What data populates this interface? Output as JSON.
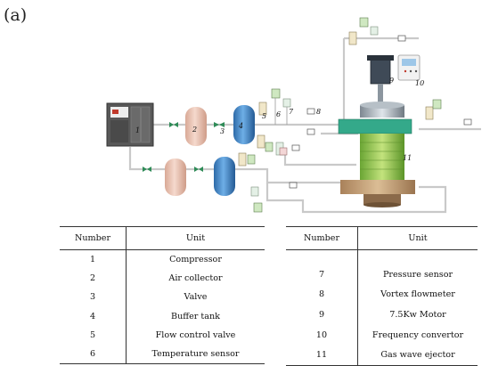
{
  "panel_label": "(a)",
  "diagram": {
    "component_numbers": [
      "1",
      "2",
      "3",
      "4",
      "5",
      "6",
      "7",
      "8",
      "9",
      "10",
      "11"
    ]
  },
  "tables": {
    "left": {
      "headers": [
        "Number",
        "Unit"
      ],
      "rows": [
        {
          "number": "1",
          "unit": "Compressor"
        },
        {
          "number": "2",
          "unit": "Air collector"
        },
        {
          "number": "3",
          "unit": "Valve"
        },
        {
          "number": "4",
          "unit": "Buffer tank"
        },
        {
          "number": "5",
          "unit": "Flow control valve"
        },
        {
          "number": "6",
          "unit": "Temperature sensor"
        }
      ]
    },
    "right": {
      "headers": [
        "Number",
        "Unit"
      ],
      "rows": [
        {
          "number": "7",
          "unit": "Pressure sensor"
        },
        {
          "number": "8",
          "unit": "Vortex flowmeter"
        },
        {
          "number": "9",
          "unit": "7.5Kw Motor"
        },
        {
          "number": "10",
          "unit": "Frequency convertor"
        },
        {
          "number": "11",
          "unit": "Gas wave ejector"
        }
      ]
    }
  },
  "colors": {
    "pipe": "#c9c9c9",
    "compressor_body": "#585858",
    "air_collector": "#e9c2b3",
    "buffer_tank": "#3b7fc2",
    "lower_tank_2": "#3f86c6",
    "ejector_green": "#9bcf56",
    "ejector_teal": "#34a98a",
    "ejector_tan": "#c9a47c",
    "motor": "#3f4a57"
  }
}
